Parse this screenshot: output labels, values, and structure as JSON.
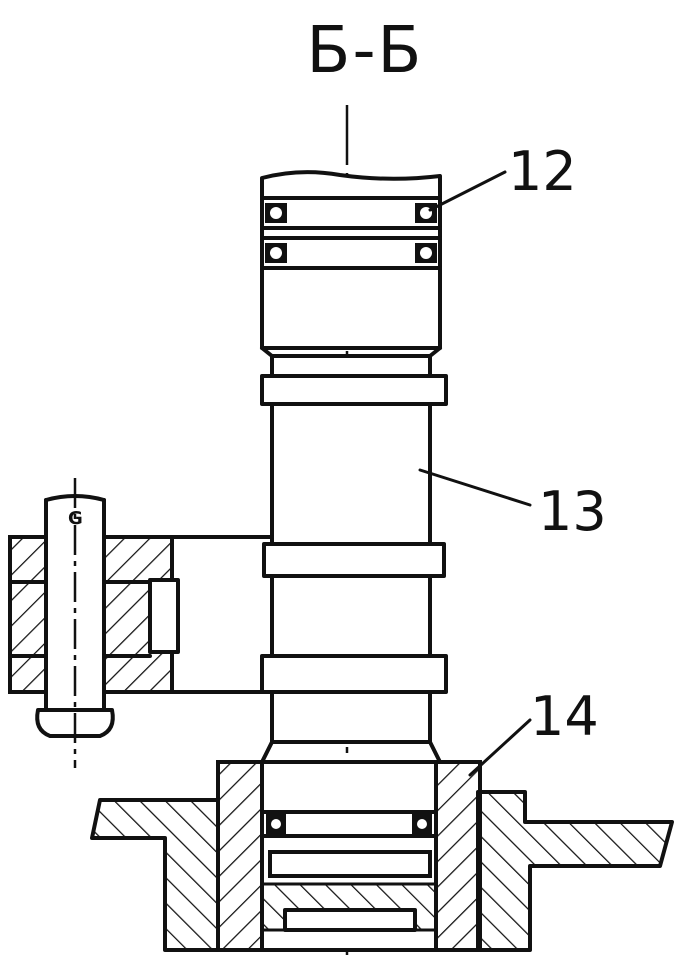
{
  "drawing": {
    "section_title": "Б-Б",
    "callouts": [
      {
        "id": "12",
        "label": "12"
      },
      {
        "id": "13",
        "label": "13"
      },
      {
        "id": "14",
        "label": "14"
      }
    ],
    "pin_mark": "G"
  }
}
